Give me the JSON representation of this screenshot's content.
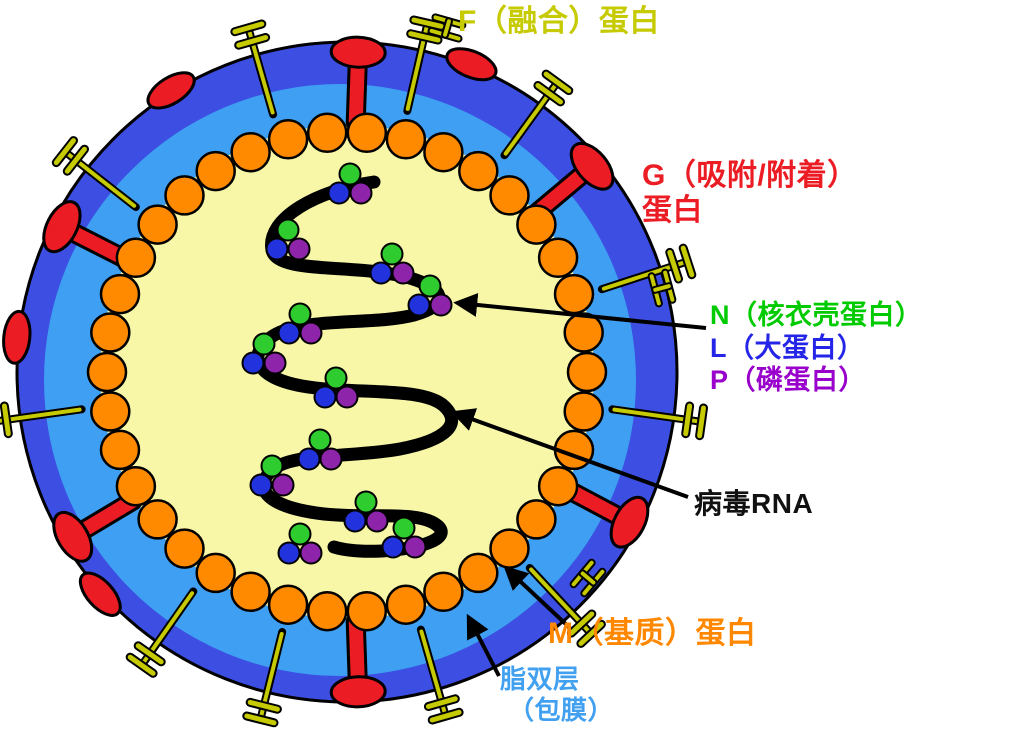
{
  "labels": {
    "f_protein": {
      "text": "F（融合）蛋白",
      "color": "#c6ca00"
    },
    "g_protein": {
      "line1": "G（吸附/附着）",
      "line2": "蛋白",
      "color": "#ec1c24"
    },
    "n_protein": {
      "text": "N（核衣壳蛋白）",
      "color": "#00cb00"
    },
    "l_protein": {
      "text": "L（大蛋白）",
      "color": "#2525e8"
    },
    "p_protein": {
      "text": "P（磷蛋白）",
      "color": "#9900cc"
    },
    "viral_rna": {
      "text": "病毒RNA",
      "color": "#111111"
    },
    "m_protein": {
      "text": "M（基质）蛋白",
      "color": "#ff8800"
    },
    "lipid_bilayer": {
      "line1": "脂双层",
      "line2": "（包膜）",
      "color": "#41a1f0"
    }
  },
  "colors": {
    "envelope_outer": "#3d4ee3",
    "envelope_inner": "#3f9ff2",
    "interior": "#f8f7a8",
    "matrix_bead": "#ff8a00",
    "g_spike": "#ec1c24",
    "f_spike": "#c6ca00",
    "n_bead": "#2ecc2e",
    "l_bead": "#2233dd",
    "p_bead": "#8e24aa",
    "rna": "#000000"
  }
}
